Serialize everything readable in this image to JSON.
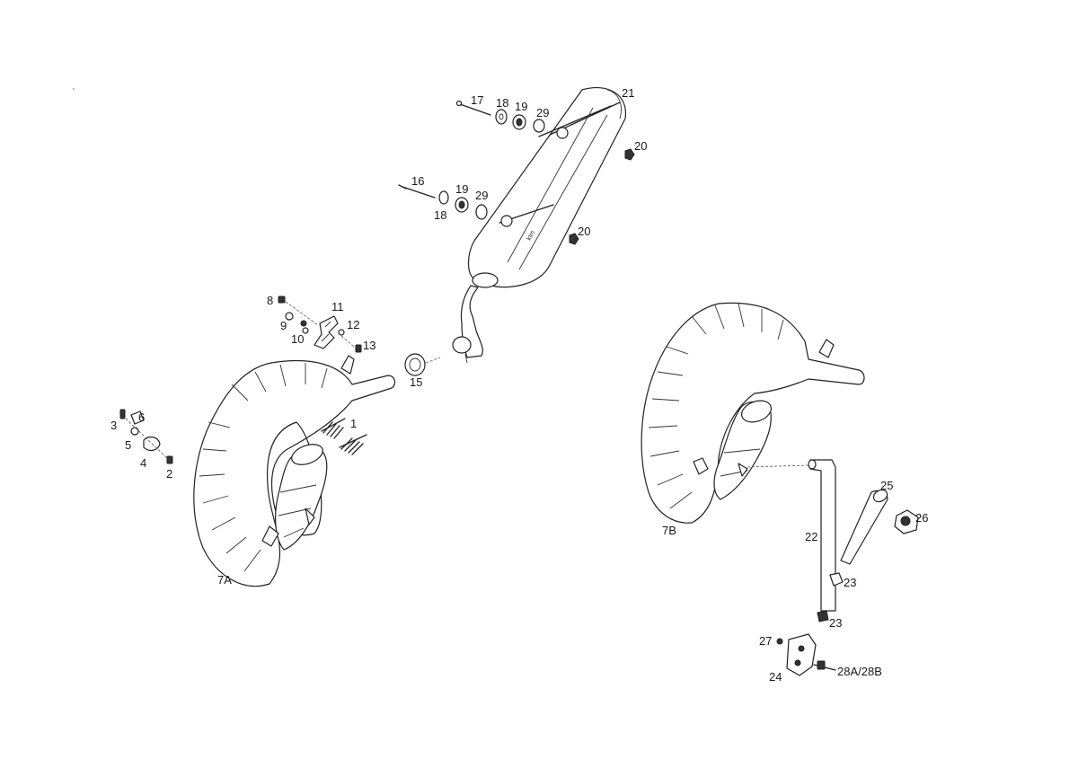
{
  "diagram": {
    "labels": {
      "l1": "1",
      "l2": "2",
      "l3": "3",
      "l4": "4",
      "l5": "5",
      "l6": "6",
      "l7a": "7A",
      "l7b": "7B",
      "l8": "8",
      "l9": "9",
      "l10": "10",
      "l11": "11",
      "l12": "12",
      "l13": "13",
      "l15": "15",
      "l16": "16",
      "l17": "17",
      "l18a": "18",
      "l18b": "18",
      "l19a": "19",
      "l19b": "19",
      "l20a": "20",
      "l20b": "20",
      "l21": "21",
      "l22": "22",
      "l23a": "23",
      "l23b": "23",
      "l24": "24",
      "l25": "25",
      "l26": "26",
      "l27": "27",
      "l28": "28A/28B",
      "l29a": "29",
      "l29b": "29"
    },
    "colors": {
      "line": "#222222",
      "background": "#ffffff",
      "fastener": "#333333"
    }
  }
}
